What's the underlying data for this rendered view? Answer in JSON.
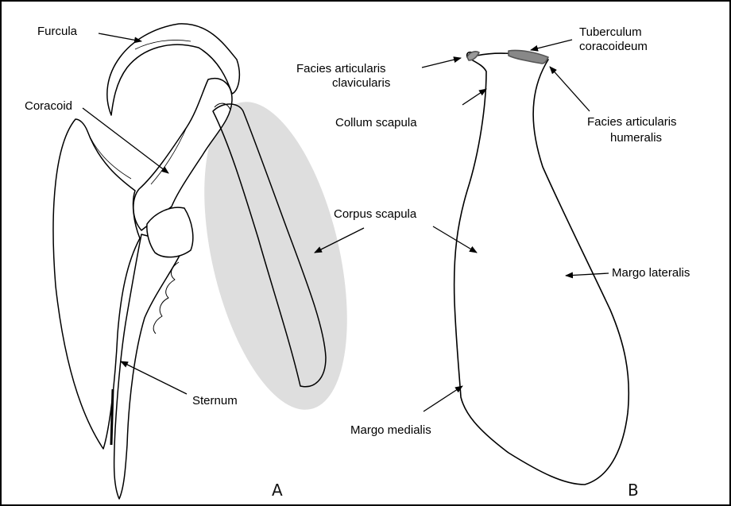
{
  "panels": {
    "a": "A",
    "b": "B"
  },
  "labels": {
    "furcula": "Furcula",
    "coracoid": "Coracoid",
    "sternum": "Sternum",
    "facies_clav_1": "Facies articularis",
    "facies_clav_2": "clavicularis",
    "tuberculum_1": "Tuberculum",
    "tuberculum_2": "coracoideum",
    "collum": "Collum scapula",
    "facies_hum_1": "Facies articularis",
    "facies_hum_2": "humeralis",
    "corpus": "Corpus scapula",
    "margo_lateralis": "Margo lateralis",
    "margo_medialis": "Margo medialis"
  }
}
